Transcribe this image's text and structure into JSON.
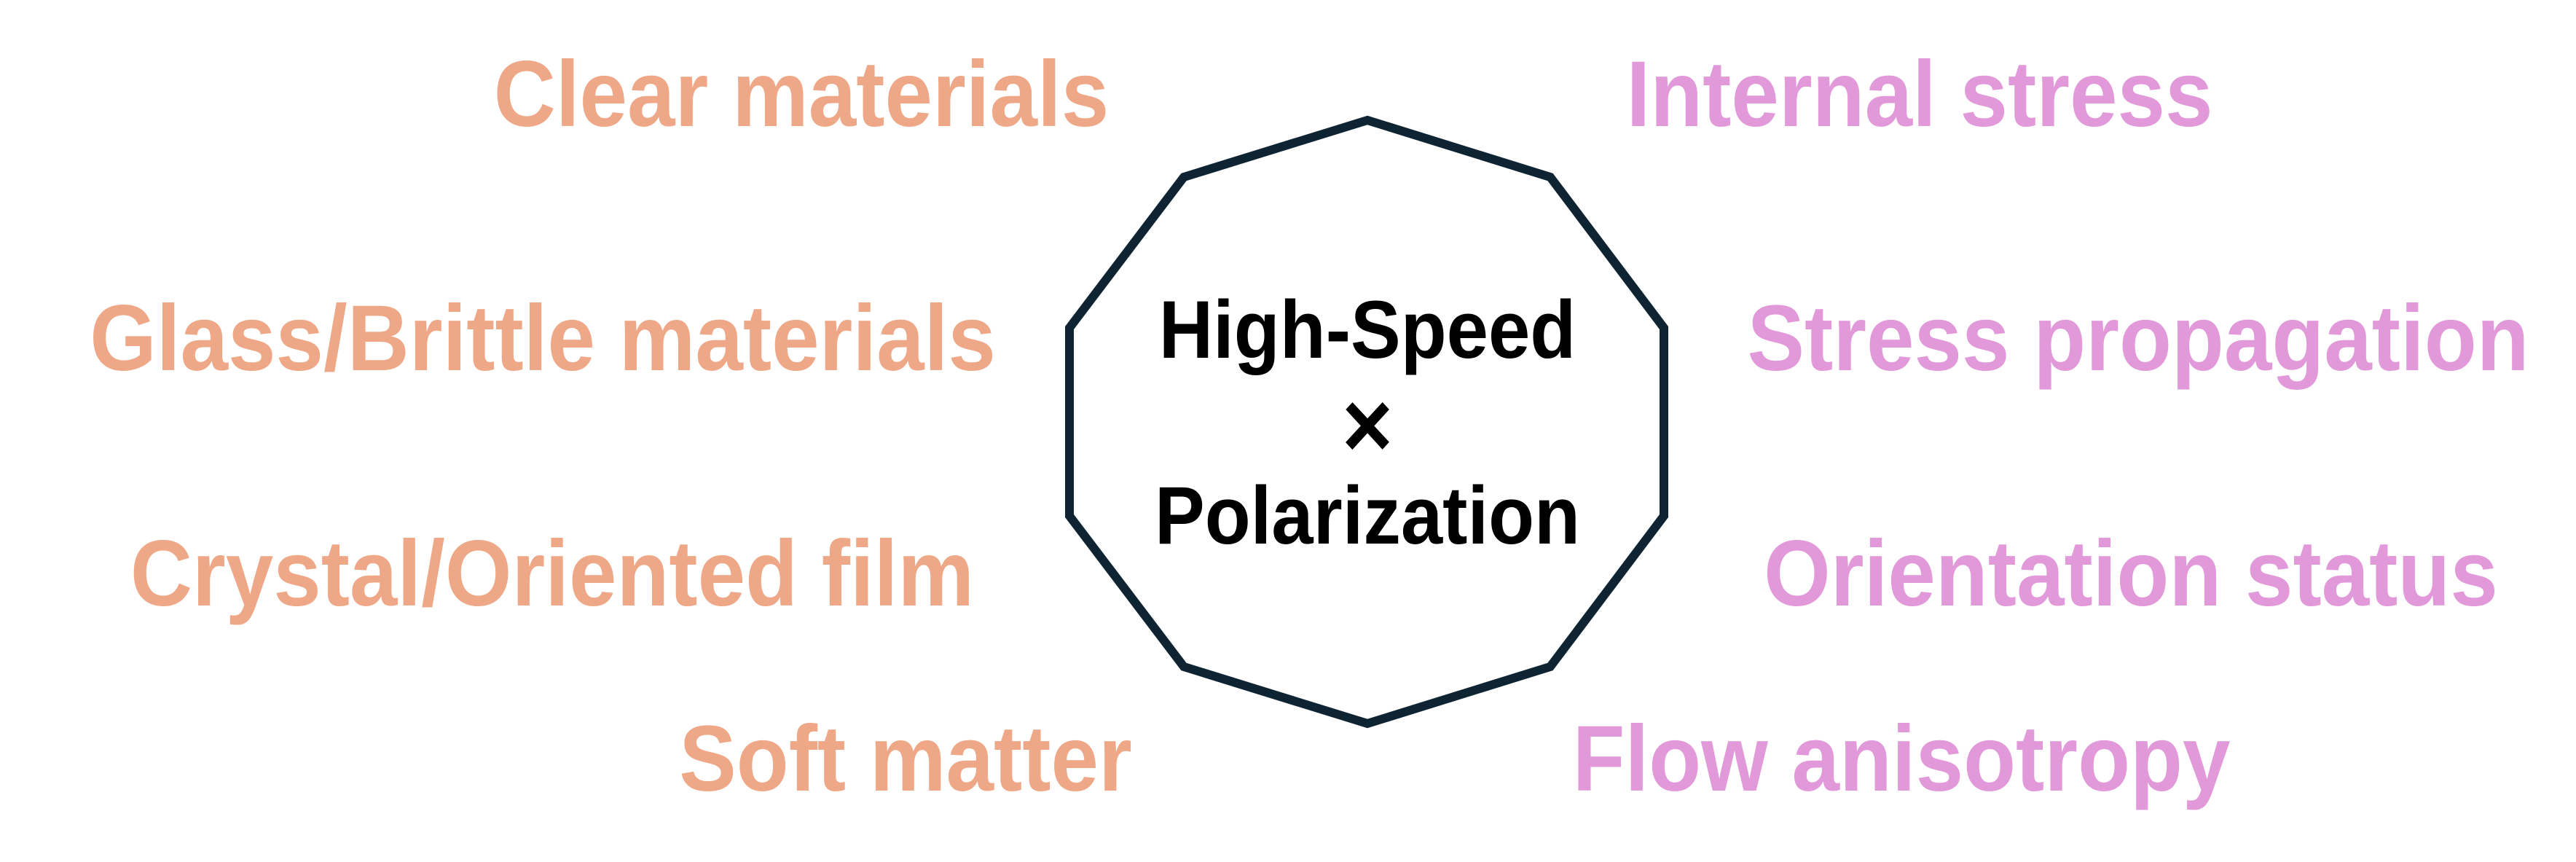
{
  "center": {
    "line1": "High-Speed",
    "line2": "×",
    "line3": "Polarization"
  },
  "left_items": [
    "Clear materials",
    "Glass/Brittle materials",
    "Crystal/Oriented film",
    "Soft matter"
  ],
  "right_items": [
    "Internal stress",
    "Stress propagation",
    "Orientation status",
    "Flow anisotropy"
  ],
  "colors": {
    "left_text": "#efa887",
    "right_text": "#e199d9",
    "outline": "#0e2433",
    "center_text": "#000000"
  }
}
